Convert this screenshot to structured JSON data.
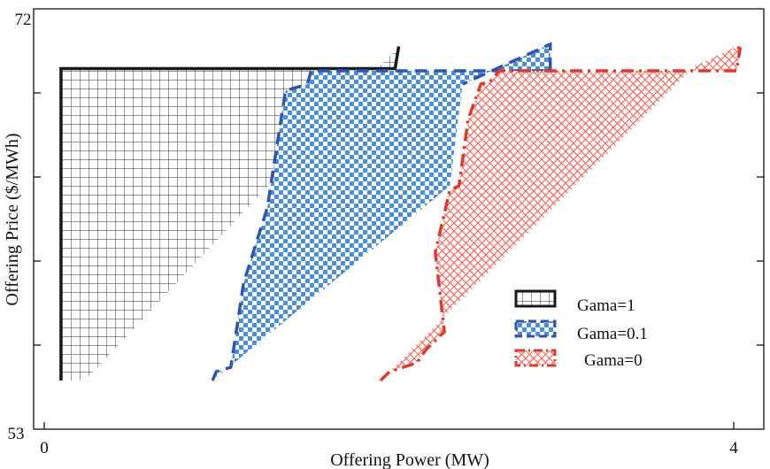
{
  "chart_data": {
    "type": "area",
    "title": "",
    "xlabel": "Offering Power (MW)",
    "ylabel": "Offering Price ($/MWh)",
    "xlim": [
      0,
      4
    ],
    "ylim": [
      53,
      72
    ],
    "xticks": [
      0,
      4
    ],
    "yticks": [
      53,
      72
    ],
    "legend_position": "center-right",
    "grid": false,
    "series": [
      {
        "name": "Gama=1",
        "color": "#1a1a1a",
        "pattern": "grid",
        "line_style": "solid",
        "points": [
          [
            0.15,
            55.2
          ],
          [
            0.15,
            69.3
          ],
          [
            1.98,
            69.3
          ],
          [
            2.0,
            70.3
          ],
          [
            2.0,
            70.3
          ],
          [
            0.28,
            55.2
          ]
        ]
      },
      {
        "name": "Gama=0.1",
        "color": "#2f55b4",
        "fill": "#4a90d9",
        "pattern": "checker",
        "line_style": "dashed",
        "points": [
          [
            0.98,
            55.2
          ],
          [
            1.0,
            55.6
          ],
          [
            1.08,
            55.8
          ],
          [
            1.15,
            59.6
          ],
          [
            1.28,
            63.0
          ],
          [
            1.38,
            68.3
          ],
          [
            1.5,
            68.6
          ],
          [
            1.52,
            69.2
          ],
          [
            2.83,
            69.2
          ],
          [
            2.83,
            70.4
          ],
          [
            2.83,
            70.4
          ],
          [
            2.35,
            68.6
          ],
          [
            2.28,
            64.0
          ]
        ]
      },
      {
        "name": "Gama=0",
        "color": "#e03a2f",
        "fill": "#ff6a5e",
        "pattern": "crosshatch",
        "line_style": "dash-dot",
        "points": [
          [
            1.9,
            55.2
          ],
          [
            1.95,
            55.6
          ],
          [
            2.1,
            56.0
          ],
          [
            2.15,
            56.6
          ],
          [
            2.25,
            57.4
          ],
          [
            2.2,
            61.0
          ],
          [
            2.28,
            63.8
          ],
          [
            2.33,
            64.0
          ],
          [
            2.38,
            67.0
          ],
          [
            2.45,
            68.6
          ],
          [
            2.5,
            68.7
          ],
          [
            2.55,
            69.2
          ],
          [
            3.85,
            69.2
          ],
          [
            3.87,
            70.2
          ],
          [
            3.85,
            70.3
          ],
          [
            3.62,
            69.4
          ]
        ]
      }
    ],
    "legend": [
      "Gama=1",
      "Gama=0.1",
      "Gama=0"
    ]
  }
}
